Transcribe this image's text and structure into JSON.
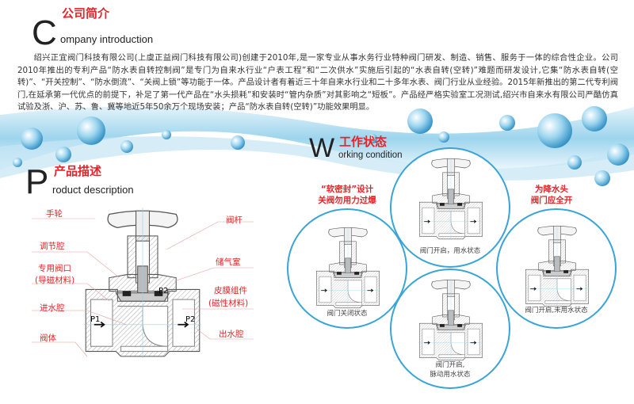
{
  "company": {
    "initial": "C",
    "title_cn": "公司简介",
    "title_en": "ompany introduction",
    "paragraph": "绍兴正宜阀门科技有限公司(上虞正益阀门科技有限公司)创建于2010年,是一家专业从事水务行业特种阀门研发、制造、销售、服务于一体的综合性企业。公司2010年推出的专利产品“防水表自转控制阀”是专门为自来水行业“户表工程”和“二次供水”实施后引起的“水表自转(空转)”难题而研发设计,它集“防水表自转(空转)”、“开关控制”、“防水倒流”、“关阀上锁”等功能于一体。产品设计者有着近三十年自来水行业和二十多年水表、阀门行业从业经验。2015年新推出的第二代专利阀门,在延承第一代优点的前提下，补足了第一代产品在“水头损耗”和安装时“管内杂质”对其影响之“短板”。产品经严格实验室工况测试,绍兴市自来水有限公司严酷仿真试验及浙、沪、苏、鲁、冀等地近5年50余万个现场安装；产品“防水表自转(空转)”功能效果明显。"
  },
  "product": {
    "initial": "P",
    "title_cn": "产品描述",
    "title_en": "roduct description",
    "labels_left": [
      "手轮",
      "调节腔",
      "专用阀口",
      "(导磁材料)",
      "进水腔",
      "阀体"
    ],
    "labels_right": [
      "阀杆",
      "储气室",
      "皮膜组件",
      "(磁性材料)",
      "出水腔"
    ],
    "pressure": {
      "p1": "P1",
      "p2": "P2"
    }
  },
  "working": {
    "initial": "W",
    "title_cn": "工作状态",
    "title_en": "orking condition",
    "note_left": [
      "“软密封”设计",
      "关阀勿用力过爆"
    ],
    "note_right": [
      "为降水头",
      "阀门应全开"
    ],
    "states": [
      {
        "caption": "阀门关闭状态"
      },
      {
        "caption": "阀门开启，用水状态"
      },
      {
        "caption": "阀门开启,未用水状态"
      },
      {
        "caption": "阀门开启,",
        "caption2": "脉动用水状态"
      }
    ]
  },
  "colors": {
    "accent": "#e0262a",
    "circle": "#3aa4d6",
    "water": "#5fb6e0"
  }
}
